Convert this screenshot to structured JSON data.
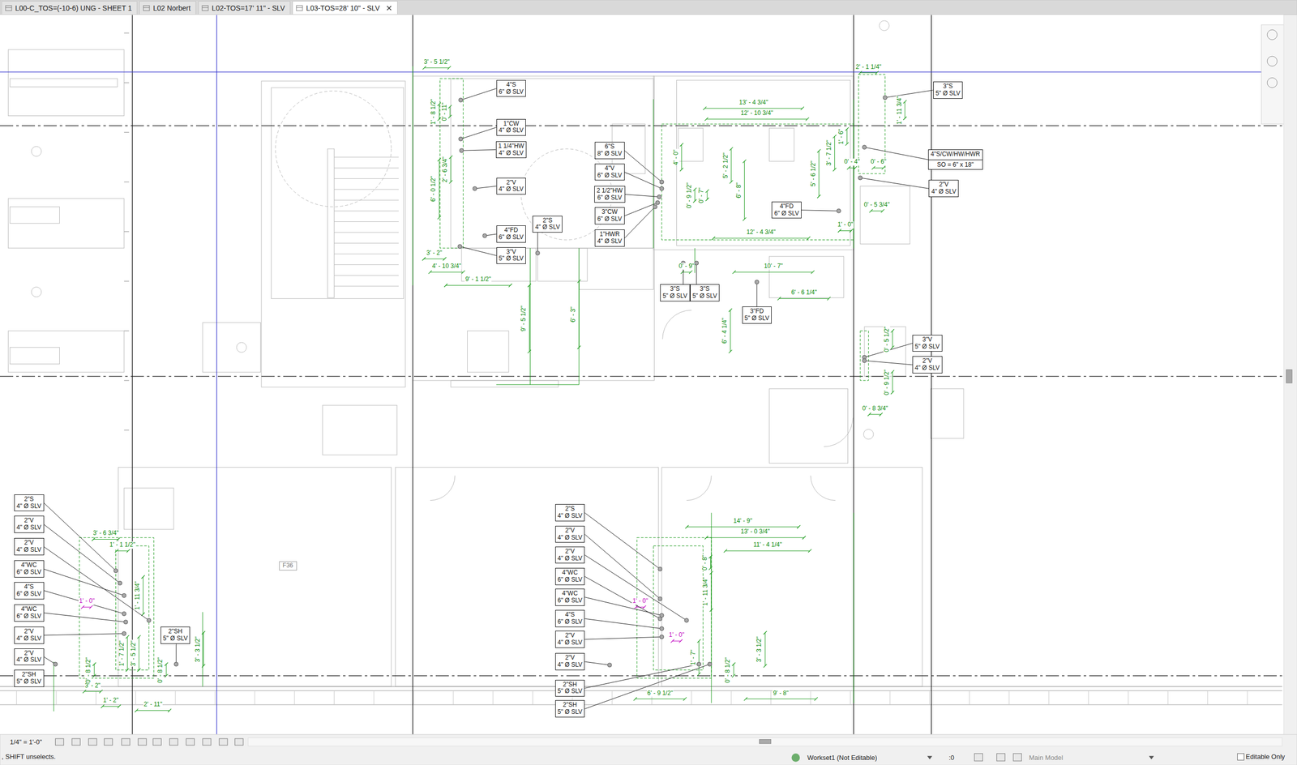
{
  "diagram": {
    "nodes": [
      {
        "text": [
          "L00-C_TOS=(-10-6) UNG - SHEET 1"
        ]
      },
      {
        "text": [
          "L02 Norbert"
        ]
      },
      {
        "text": [
          "L02-TOS=17' 11\" - SLV"
        ]
      },
      {
        "text": [
          "L03-TOS=28' 10\" - SLV"
        ]
      },
      {
        "text": [
          "4\"S",
          "6\" Ø SLV"
        ]
      },
      {
        "text": [
          "1\"CW",
          "4\" Ø SLV"
        ]
      },
      {
        "text": [
          "1 1/4\"HW",
          "4\" Ø SLV"
        ]
      },
      {
        "text": [
          "2\"V",
          "4\" Ø SLV"
        ]
      },
      {
        "text": [
          "4\"FD",
          "6\" Ø SLV"
        ]
      },
      {
        "text": [
          "3\"V",
          "5\" Ø SLV"
        ]
      },
      {
        "text": [
          "2\"S",
          "4\" Ø SLV"
        ]
      },
      {
        "text": [
          "6\"S",
          "8\" Ø SLV"
        ]
      },
      {
        "text": [
          "4\"V",
          "6\" Ø SLV"
        ]
      },
      {
        "text": [
          "2 1/2\"HW",
          "6\" Ø SLV"
        ]
      },
      {
        "text": [
          "3\"CW",
          "6\" Ø SLV"
        ]
      },
      {
        "text": [
          "1\"HWR",
          "4\" Ø SLV"
        ]
      },
      {
        "text": [
          "3\"S",
          "5\" Ø SLV"
        ]
      },
      {
        "text": [
          "3\"S",
          "5\" Ø SLV"
        ]
      },
      {
        "text": [
          "3\"FD",
          "5\" Ø SLV"
        ]
      },
      {
        "text": [
          "4\"FD",
          "6\" Ø SLV"
        ]
      },
      {
        "text": [
          "3\"S",
          "5\" Ø SLV"
        ]
      },
      {
        "text": [
          "4\"S/CW/HW/HWR",
          "SO = 6\" x 18\""
        ]
      },
      {
        "text": [
          "2\"V",
          "4\" Ø SLV"
        ]
      },
      {
        "text": [
          "3\"V",
          "5\" Ø SLV"
        ]
      },
      {
        "text": [
          "2\"V",
          "4\" Ø SLV"
        ]
      },
      {
        "text": [
          "F36"
        ]
      },
      {
        "text": [
          "2\"S",
          "4\" Ø SLV"
        ]
      },
      {
        "text": [
          "2\"V",
          "4\" Ø SLV"
        ]
      },
      {
        "text": [
          "2\"V",
          "4\" Ø SLV"
        ]
      },
      {
        "text": [
          "4\"WC",
          "6\" Ø SLV"
        ]
      },
      {
        "text": [
          "4\"S",
          "6\" Ø SLV"
        ]
      },
      {
        "text": [
          "4\"WC",
          "6\" Ø SLV"
        ]
      },
      {
        "text": [
          "2\"V",
          "4\" Ø SLV"
        ]
      },
      {
        "text": [
          "2\"V",
          "4\" Ø SLV"
        ]
      },
      {
        "text": [
          "2\"SH",
          "5\" Ø SLV"
        ]
      },
      {
        "text": [
          "2\"SH",
          "5\" Ø SLV"
        ]
      },
      {
        "text": [
          "2\"S",
          "4\" Ø SLV"
        ]
      },
      {
        "text": [
          "2\"V",
          "4\" Ø SLV"
        ]
      },
      {
        "text": [
          "2\"V",
          "4\" Ø SLV"
        ]
      },
      {
        "text": [
          "4\"WC",
          "6\" Ø SLV"
        ]
      },
      {
        "text": [
          "4\"WC",
          "6\" Ø SLV"
        ]
      },
      {
        "text": [
          "4\"S",
          "6\" Ø SLV"
        ]
      },
      {
        "text": [
          "2\"V",
          "4\" Ø SLV"
        ]
      },
      {
        "text": [
          "2\"V",
          "4\" Ø SLV"
        ]
      },
      {
        "text": [
          "2\"SH",
          "5\" Ø SLV"
        ]
      },
      {
        "text": [
          "2\"SH",
          "5\" Ø SLV"
        ]
      }
    ],
    "labels": [
      "1/4\" = 1'-0\"",
      ", SHIFT unselects.",
      "Workset1 (Not Editable)",
      ":0",
      "Main Model",
      "Editable Only",
      "3' - 5 1/2\"",
      "2' - 1 1/4\"",
      "13' - 4 3/4\"",
      "12' - 10 3/4\"",
      "1' - 11 3/4\"",
      "1' - 8 1/2\"",
      "0' - 11\"",
      "2' - 6 3/4\"",
      "6' - 0 1/2\"",
      "4' - 0\"",
      "5' - 2 1/2\"",
      "6' - 8\"",
      "3' - 7 1/2\"",
      "5' - 6 1/2\"",
      "1' - 6\"",
      "0' - 6\"",
      "0' - 4\"",
      "0' - 5 3/4\"",
      "1' - 0\"",
      "0' - 9 1/2\"",
      "0' - 7\"",
      "12' - 4 3/4\"",
      "3' - 2\"",
      "4' - 10 3/4\"",
      "9' - 1 1/2\"",
      "9' - 5 1/2\"",
      "6' - 3\"",
      "0' - 9\"",
      "10' - 7\"",
      "6' - 6 1/4\"",
      "6' - 4 1/4\"",
      "0' - 5 1/2\"",
      "0' - 9 1/2\"",
      "0' - 8 3/4\"",
      "3' - 6 3/4\"",
      "1' - 1 1/2\"",
      "1' - 0\"",
      "1' - 11 3/4\"",
      "1' - 7 1/2\"",
      "3' - 5 1/2\"",
      "3' - 3 1/2\"",
      "0' - 8 1/2\"",
      "0' - 8 1/2\"",
      "3' - 2\"",
      "1' - 2\"",
      "2' - 11\"",
      "14' - 9\"",
      "13' - 0 3/4\"",
      "11' - 4 1/4\"",
      "1' - 0\"",
      "1' - 0\"",
      "0' - 8\"",
      "1' - 11 3/4\"",
      "1' - 7\"",
      "3' - 3 1/2\"",
      "0' - 8 1/2\"",
      "6' - 9 1/2\"",
      "9' - 8\""
    ]
  }
}
